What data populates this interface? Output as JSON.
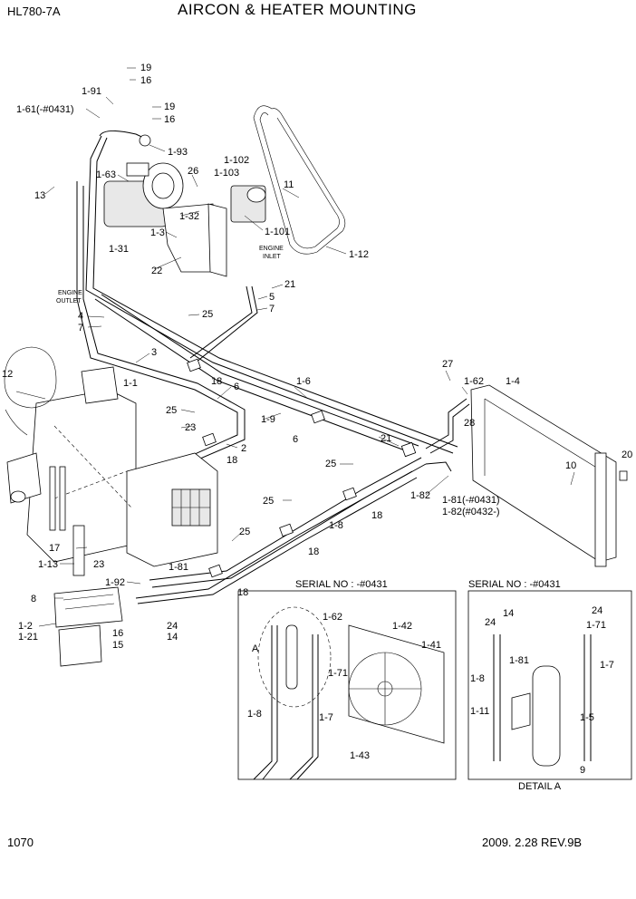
{
  "header": {
    "model": "HL780-7A",
    "title": "AIRCON & HEATER MOUNTING"
  },
  "footer": {
    "page": "1070",
    "revision": "2009. 2.28  REV.9B"
  },
  "notes": {
    "engine_inlet_1": "ENGINE",
    "engine_inlet_2": "INLET",
    "engine_outlet_1": "ENGINE",
    "engine_outlet_2": "OUTLET",
    "serial_left": "SERIAL NO : -#0431",
    "serial_right": "SERIAL NO : -#0431",
    "detail": "DETAIL A",
    "detail_marker": "A"
  },
  "callouts": {
    "c19a": "19",
    "c16a": "16",
    "c1_91": "1-91",
    "c1_61": "1-61(-#0431)",
    "c19b": "19",
    "c16b": "16",
    "c1_93": "1-93",
    "c1_63": "1-63",
    "c13": "13",
    "c26": "26",
    "c1_102": "1-102",
    "c1_103": "1-103",
    "c11": "11",
    "c1_32": "1-32",
    "c1_3": "1-3",
    "c1_31": "1-31",
    "c22": "22",
    "c1_101": "1-101",
    "c1_12": "1-12",
    "c21a": "21",
    "c5": "5",
    "c7a": "7",
    "c4": "4",
    "c7b": "7",
    "c25a": "25",
    "c3": "3",
    "c12": "12",
    "c1_1": "1-1",
    "c18a": "18",
    "c6a": "6",
    "c25b": "25",
    "c23a": "23",
    "c2": "2",
    "c18b": "18",
    "c1_6": "1-6",
    "c1_9": "1-9",
    "c6b": "6",
    "c27": "27",
    "c1_62a": "1-62",
    "c1_4": "1-4",
    "c28": "28",
    "c21b": "21",
    "c25c": "25",
    "c20": "20",
    "c10": "10",
    "c1_82": "1-82",
    "c1_81": "1-81(-#0431)",
    "c1_82b": "1-82(#0432-)",
    "c25d": "25",
    "c18c": "18",
    "c1_8": "1-8",
    "c25e": "25",
    "c18d": "18",
    "c17": "17",
    "c23b": "23",
    "c1_13": "1-13",
    "c1_81b": "1-81",
    "c1_92": "1-92",
    "c18e": "18",
    "c8": "8",
    "c1_2": "1-2",
    "c1_21": "1-21",
    "c24a": "24",
    "c16c": "16",
    "c14a": "14",
    "c15": "15",
    "c1_62b": "1-62",
    "c1_42": "1-42",
    "c1_41": "1-41",
    "c1_71a": "1-71",
    "c1_8b": "1-8",
    "c1_7a": "1-7",
    "c1_43": "1-43",
    "c14b": "14",
    "c24b": "24",
    "c24c": "24",
    "c1_71b": "1-71",
    "c1_81c": "1-81",
    "c1_8c": "1-8",
    "c1_7b": "1-7",
    "c1_11": "1-11",
    "c1_5": "1-5",
    "c9": "9"
  }
}
